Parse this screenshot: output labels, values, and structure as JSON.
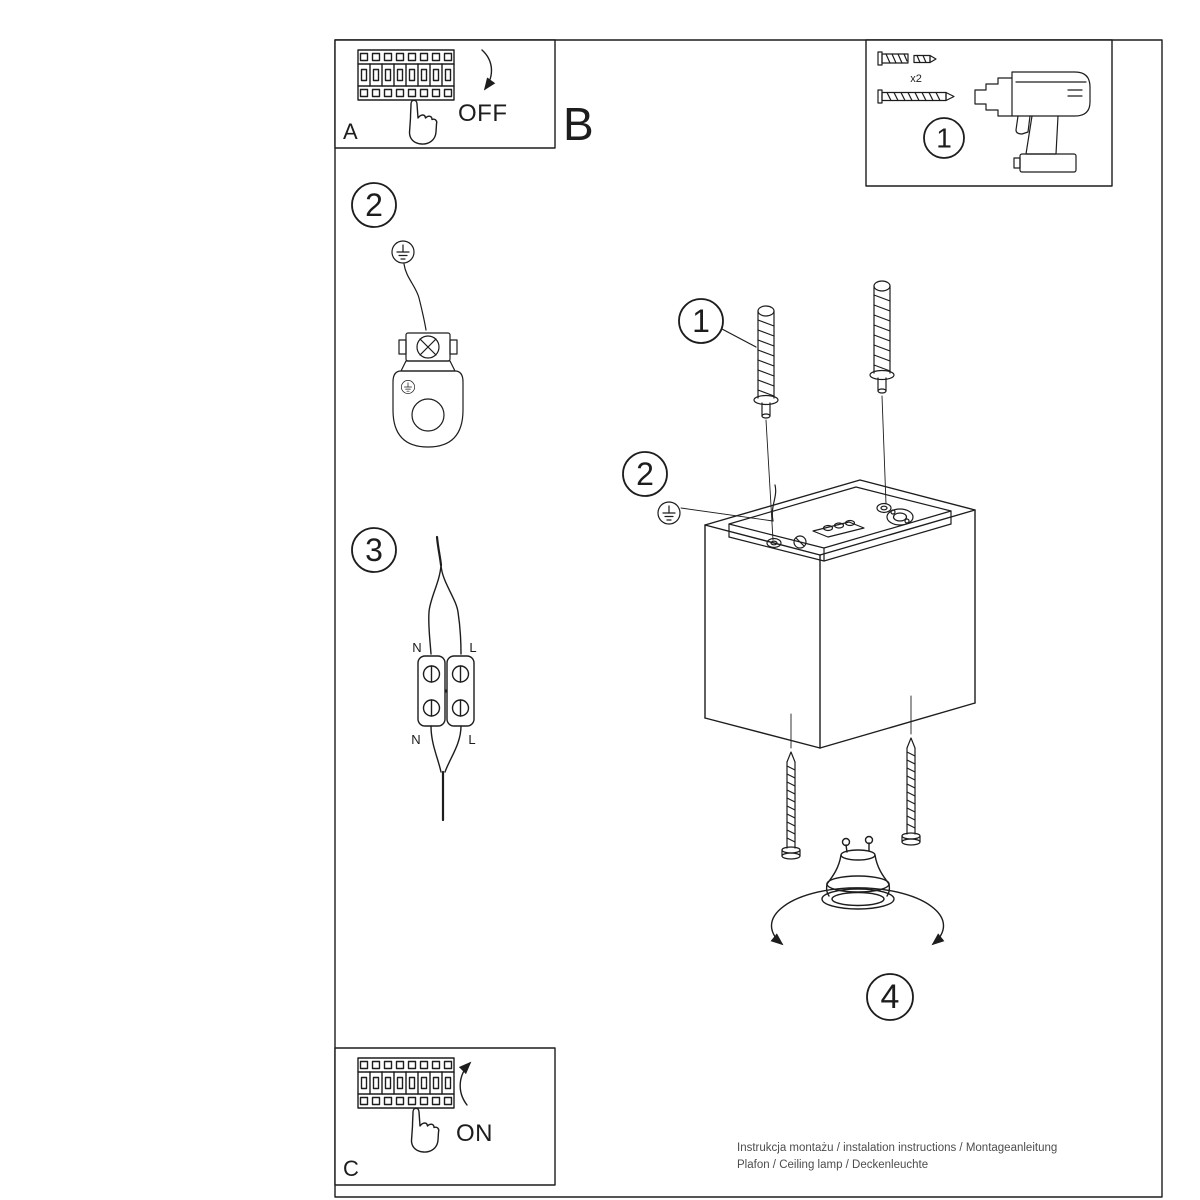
{
  "page": {
    "background": "#ffffff",
    "ink": "#1d1d1d"
  },
  "sections": {
    "breaker_off_panel": {
      "letter": "A",
      "state": "OFF"
    },
    "section_b_label": "B",
    "tools_panel": {
      "step_number": "1",
      "anchor_count": "x2"
    },
    "breaker_on_panel": {
      "letter": "C",
      "state": "ON"
    }
  },
  "left_steps": {
    "step2": {
      "number": "2"
    },
    "step3": {
      "number": "3"
    }
  },
  "assembly": {
    "screws_step": {
      "number": "1"
    },
    "ground_step": {
      "number": "2"
    },
    "bulb_step": {
      "number": "4"
    }
  },
  "wiring_labels": {
    "neutral_top": "N",
    "line_top": "L",
    "neutral_bottom": "N",
    "line_bottom": "L"
  },
  "footer": {
    "line1": "Instrukcja montażu / instalation instructions / Montageanleitung",
    "line2": "Plafon / Ceiling lamp / Deckenleuchte"
  }
}
